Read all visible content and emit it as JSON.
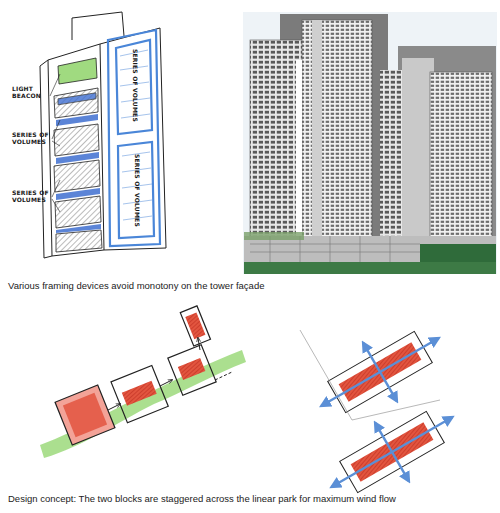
{
  "diagram": {
    "labels": [
      "LIGHT BEACON",
      "SERIES OF VOLUMES",
      "SERIES OF VOLUMES",
      "SERIES OF VOLUMES",
      "SERIES OF VOLUMES",
      "Various framing devices avoid monotony on the tower façade",
      "Design concept: The two blocks are staggered across the linear park for maximum wind flow"
    ]
  }
}
